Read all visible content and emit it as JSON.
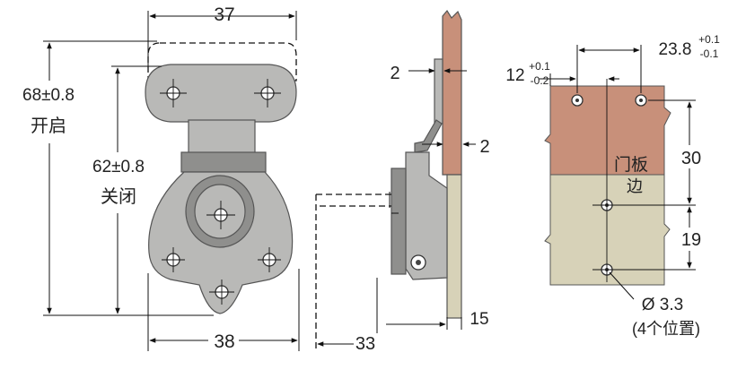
{
  "front_view": {
    "width_open": "37",
    "height_open": "68±0.8",
    "label_open": "开启",
    "height_closed": "62±0.8",
    "label_closed": "关闭",
    "width_base": "38"
  },
  "side_view": {
    "thickness_top": "2",
    "thickness_mid": "2",
    "bottom_offset": "15",
    "depth": "33"
  },
  "panel_view": {
    "offset_small": "12",
    "offset_small_tol_upper": "+0.1",
    "offset_small_tol_lower": "-0.2",
    "offset_large": "23.8",
    "offset_large_tol_upper": "+0.1",
    "offset_large_tol_lower": "-0.1",
    "vertical_top": "30",
    "vertical_bottom": "19",
    "door_label_1": "门板",
    "door_label_2": "边",
    "hole_dia": "Ø 3.3",
    "hole_count": "(4个位置)",
    "door_color": "#c8907a",
    "frame_color": "#d7d2b8"
  }
}
